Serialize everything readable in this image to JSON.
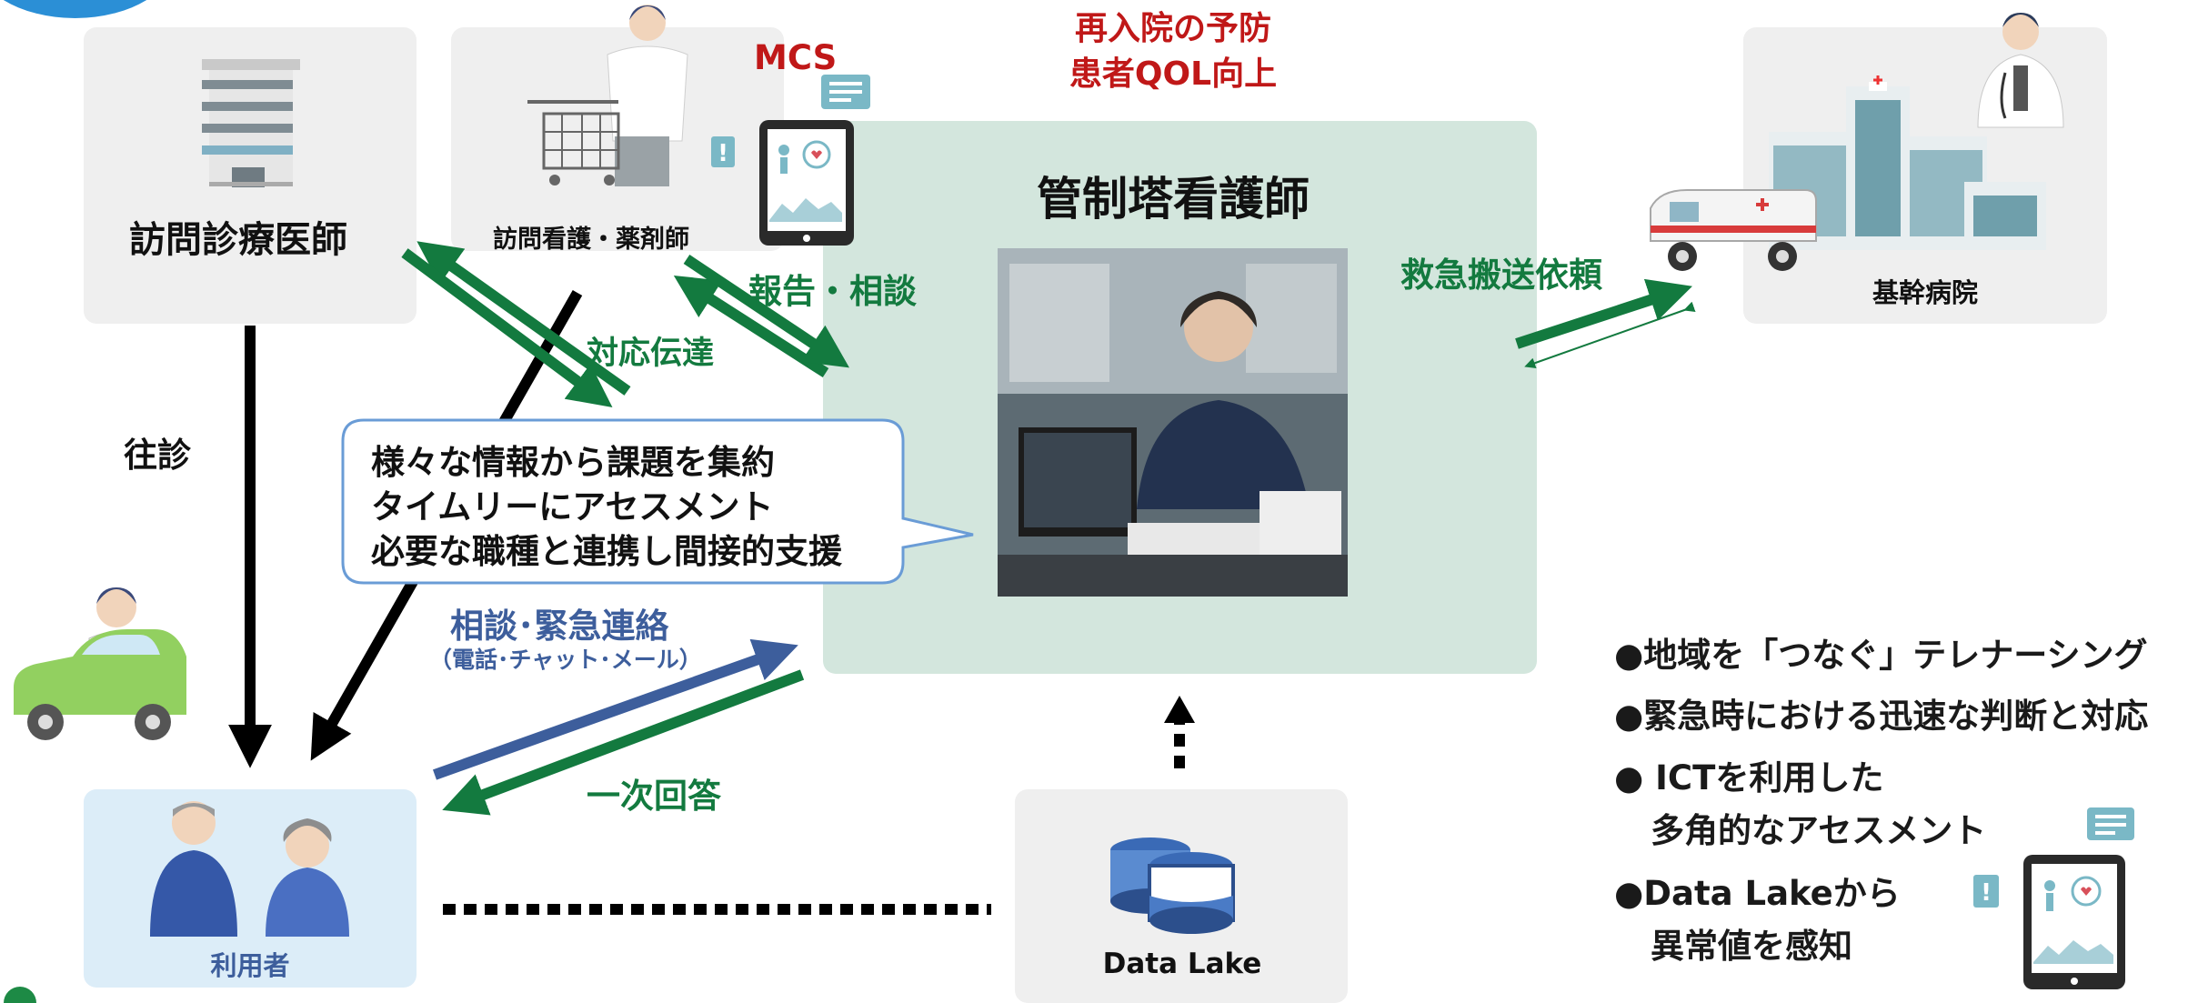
{
  "headline": {
    "line1": "再入院の予防",
    "line2": "患者QOL向上"
  },
  "doctor_box": {
    "label": "訪問診療医師"
  },
  "nurse_box": {
    "label": "訪問看護・薬剤師"
  },
  "mcs_label": "MCS",
  "center_box": {
    "title": "管制塔看護師"
  },
  "hospital_box": {
    "label": "基幹病院"
  },
  "patient_box": {
    "label": "利用者"
  },
  "datalake_box": {
    "label": "Data Lake"
  },
  "arrows": {
    "report": "報告・相談",
    "response": "対応伝達",
    "emergency_transport": "救急搬送依頼",
    "home_visit": "往診",
    "consult_title": "相談･緊急連絡",
    "consult_sub": "（電話･チャット･メール）",
    "first_answer": "一次回答"
  },
  "callout": {
    "line1": "様々な情報から課題を集約",
    "line2": "タイムリーにアセスメント",
    "line3": "必要な職種と連携し間接的支援"
  },
  "bullets": {
    "b1": "●地域を「つなぐ」テレナーシング",
    "b2": "●緊急時における迅速な判断と対応",
    "b3_line1": "● ICTを利用した",
    "b3_line2": "多角的なアセスメント",
    "b4_line1": "●Data Lakeから",
    "b4_line2": "異常値を感知"
  },
  "colors": {
    "green": "#137a3f",
    "red": "#c01818",
    "navy": "#3d5e9c",
    "center_bg": "#d3e6dd",
    "box_gray": "#efefef",
    "patient_bg": "#dcedf8"
  }
}
